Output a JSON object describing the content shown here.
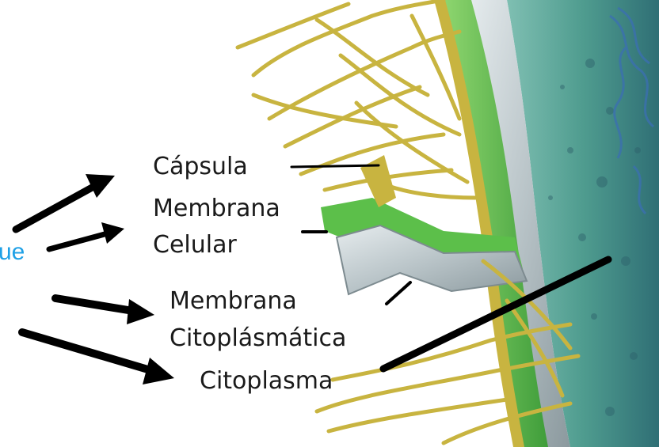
{
  "diagram": {
    "labels": {
      "capsula": "Cápsula",
      "membrana_celular_1": "Membrana",
      "membrana_celular_2": "Celular",
      "membrana_cito_1": "Membrana",
      "membrana_cito_2": "Citoplásmática",
      "citoplasma": "Citoplasma"
    },
    "left_fragment": "ue",
    "colors": {
      "accent_text": "#1ea0e6",
      "capsule_fibers": "#c8b440",
      "cell_wall_green": "#5cbf4a",
      "membrane_gray": "#b9c4c8",
      "cytoplasm_teal": "#4f9c8f",
      "arrow": "#000000",
      "label_text": "#1a1a1a"
    }
  }
}
